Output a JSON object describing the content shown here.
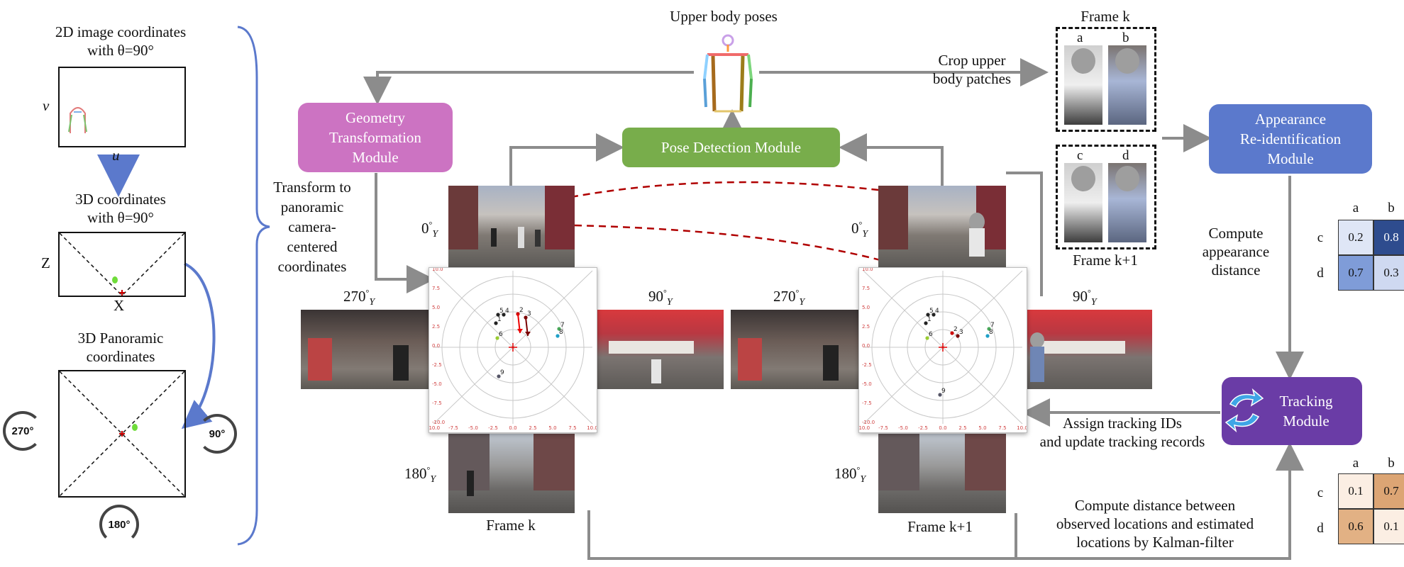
{
  "left_panel": {
    "top_title_line1": "2D image coordinates",
    "top_title_line2": "with θ=90°",
    "v_label": "v",
    "u_label": "u",
    "mid_title_line1": "3D coordinates",
    "mid_title_line2": "with θ=90°",
    "z_label": "Z",
    "x_label": "X",
    "pan_title_line1": "3D Panoramic",
    "pan_title_line2": "coordinates",
    "rot_270": "270°",
    "rot_90": "90°",
    "rot_180": "180°"
  },
  "center": {
    "transform_text": [
      "Transform to",
      "panoramic",
      "camera-",
      "centered",
      "coordinates"
    ],
    "upper_body_poses": "Upper body poses",
    "crop_line1": "Crop upper",
    "crop_line2": "body patches",
    "geometry_module": [
      "Geometry",
      "Transformation",
      "Module"
    ],
    "pose_module": "Pose Detection Module",
    "appearance_module": [
      "Appearance",
      "Re-identification",
      "Module"
    ],
    "tracking_module": [
      "Tracking",
      "Module"
    ],
    "frame_k": "Frame k",
    "frame_k1": "Frame k+1",
    "frame_k_top": "Frame k",
    "frame_k1_patch": "Frame k+1",
    "angle_0": "0",
    "angle_90": "90",
    "angle_180": "180",
    "angle_270": "270",
    "angle_sup": "°",
    "angle_sub": "Y",
    "assign_line1": "Assign tracking  IDs",
    "assign_line2": "and update tracking records",
    "compute_app_line1": "Compute",
    "compute_app_line2": "appearance",
    "compute_app_line3": "distance",
    "kalman_line1": "Compute distance between",
    "kalman_line2": "observed locations  and estimated",
    "kalman_line3": "locations  by Kalman-filter",
    "patch_labels": [
      "a",
      "b",
      "c",
      "d"
    ]
  },
  "polar_plot": {
    "ticks": [
      "-10.0",
      "-7.5",
      "-5.0",
      "-2.5",
      "0.0",
      "2.5",
      "5.0",
      "7.5",
      "10.0"
    ],
    "frame_k_ids": [
      "5",
      "4",
      "1",
      "2",
      "3",
      "7",
      "8",
      "6",
      "9"
    ],
    "frame_k1_ids": [
      "5",
      "4",
      "1",
      "2",
      "3",
      "7",
      "8",
      "6",
      "9"
    ]
  },
  "appearance_matrix": {
    "cols": [
      "a",
      "b"
    ],
    "rows": [
      "c",
      "d"
    ],
    "values": [
      [
        "0.2",
        "0.8"
      ],
      [
        "0.7",
        "0.3"
      ]
    ],
    "colors": [
      [
        "#dfe6f6",
        "#2e4c8e"
      ],
      [
        "#7f9cd8",
        "#cfd9f1"
      ]
    ]
  },
  "kalman_matrix": {
    "cols": [
      "a",
      "b"
    ],
    "rows": [
      "c",
      "d"
    ],
    "values": [
      [
        "0.1",
        "0.7"
      ],
      [
        "0.6",
        "0.1"
      ]
    ],
    "colors": [
      [
        "#fbeee3",
        "#dca574"
      ],
      [
        "#e2b184",
        "#fbeee3"
      ]
    ]
  },
  "colors": {
    "geometry": "#cc73c2",
    "pose": "#78ad4b",
    "appearance": "#5b79cc",
    "tracking": "#6a3ca6",
    "arrow_gray": "#8c8c8c",
    "bracket_blue": "#5b79cc"
  }
}
